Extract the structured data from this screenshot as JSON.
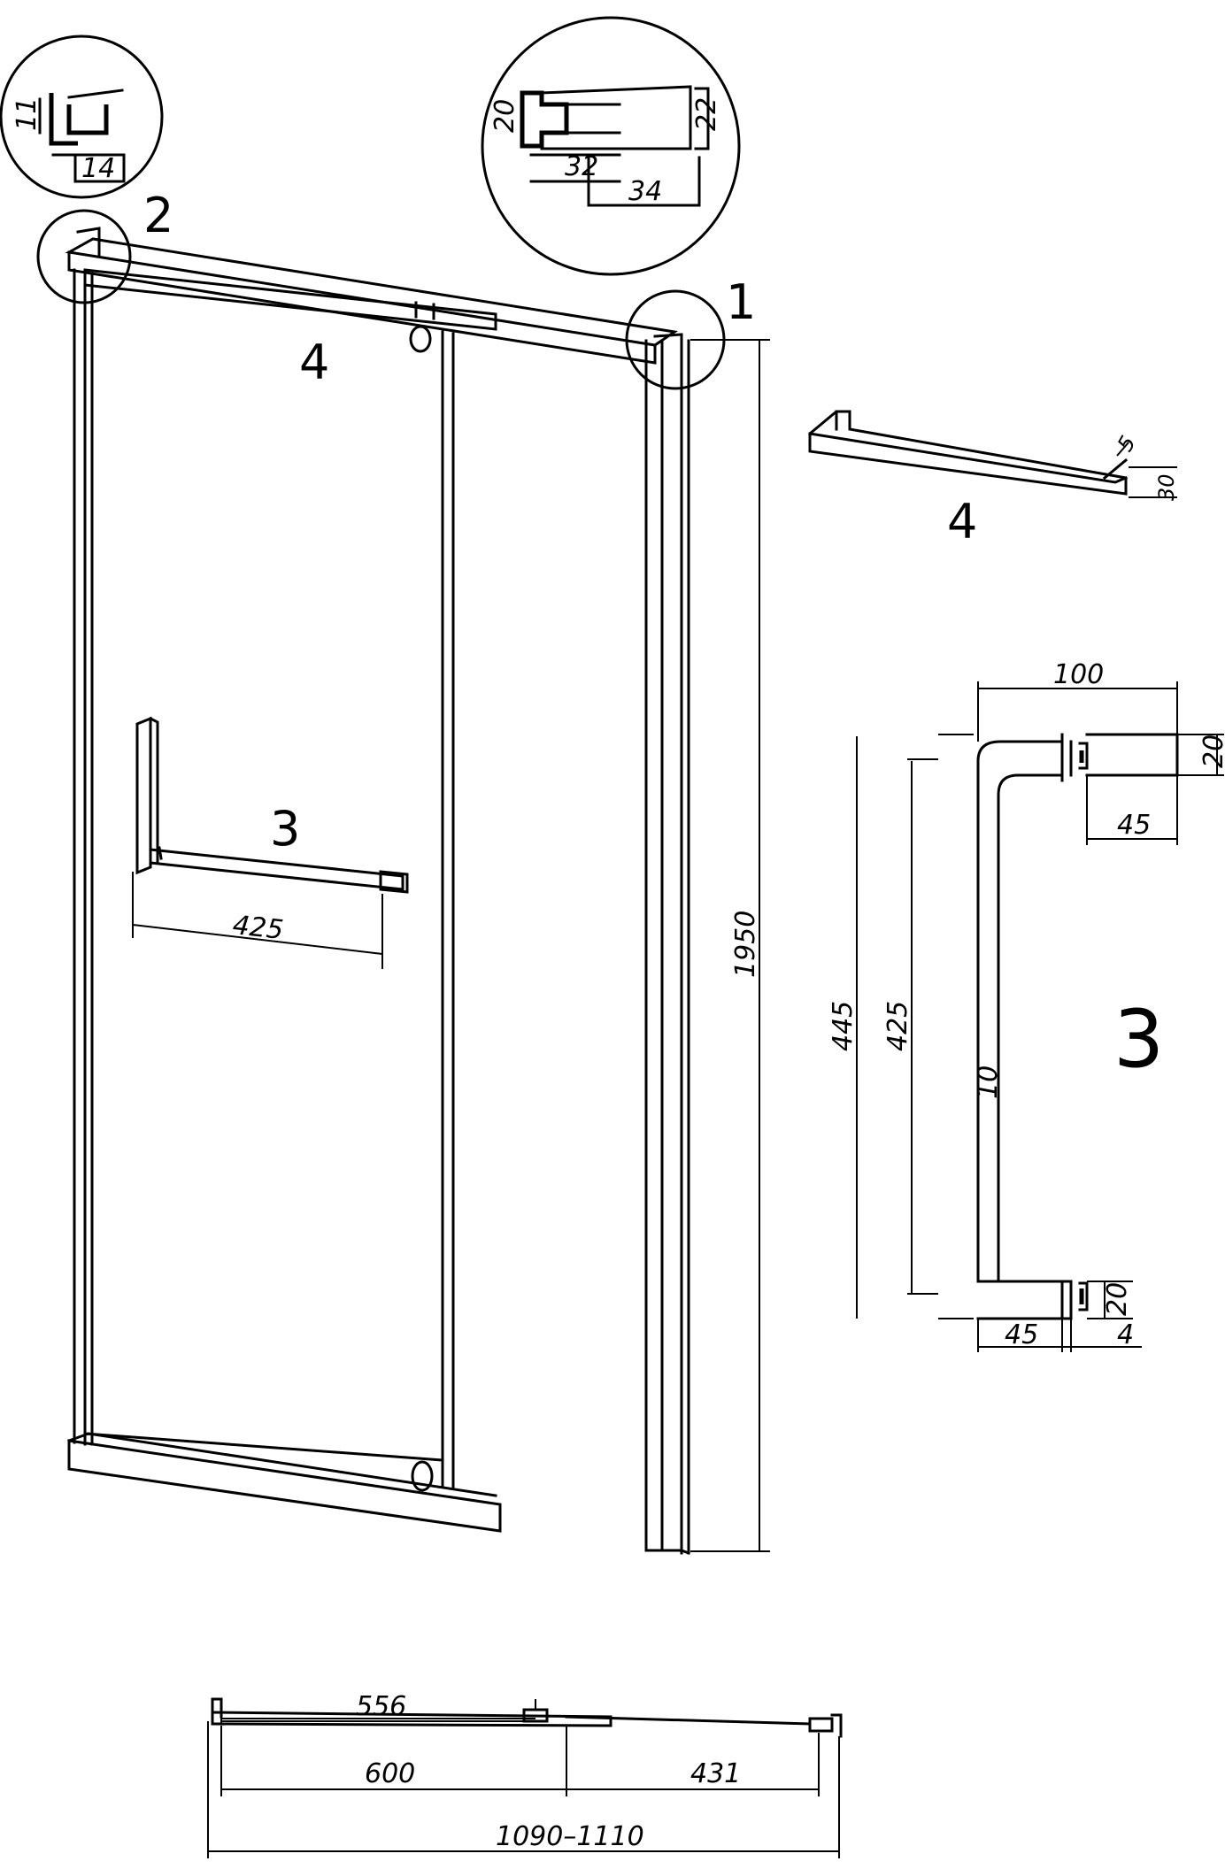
{
  "callouts": {
    "c1": "1",
    "c2": "2",
    "c3_door": "3",
    "c3_detail": "3",
    "c4_door": "4",
    "c4_detail": "4"
  },
  "dims": {
    "profile_top_left_h": "11",
    "profile_top_left_w": "14",
    "profile_top_right_h_left": "20",
    "profile_top_right_h_right": "22",
    "profile_top_right_w_inner": "32",
    "profile_top_right_w_outer": "34",
    "door_height": "1950",
    "handle_width_door": "425",
    "bar_thickness": "5",
    "bar_height": "30",
    "handle_depth": "100",
    "handle_knob_top_h": "20",
    "handle_knob_top_w": "45",
    "handle_total_len": "445",
    "handle_inner_len": "425",
    "handle_tube_d": "10",
    "handle_knob_bot_h": "20",
    "handle_bot_w": "45",
    "handle_bot_gap": "4",
    "plan_556": "556",
    "plan_600": "600",
    "plan_431": "431",
    "plan_total": "1090–1110"
  }
}
